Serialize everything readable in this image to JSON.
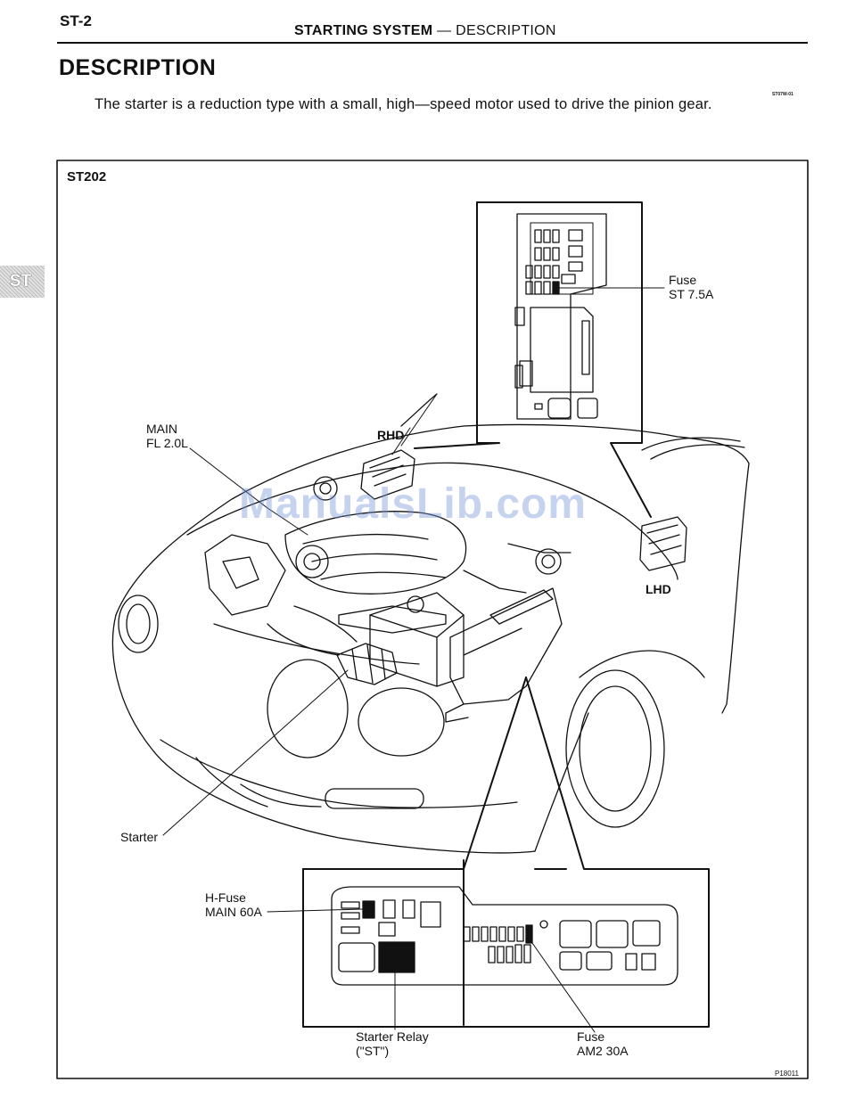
{
  "header": {
    "page_number": "ST-2",
    "running_head_bold": "STARTING SYSTEM",
    "running_head_rest": " — DESCRIPTION"
  },
  "section": {
    "title": "DESCRIPTION",
    "reference_code": "ST07W-01",
    "text": "The starter is a reduction type with a small, high—speed motor used to drive the pinion gear."
  },
  "side_tab": {
    "label": "ST"
  },
  "figure": {
    "code": "ST202",
    "labels": {
      "rhd": "RHD",
      "lhd": "LHD",
      "main_line1": "MAIN",
      "main_line2": "FL 2.0L",
      "fuse_st_line1": "Fuse",
      "fuse_st_line2": "ST 7.5A",
      "starter": "Starter",
      "hfuse_line1": "H-Fuse",
      "hfuse_line2": "MAIN 60A",
      "relay_line1": "Starter Relay",
      "relay_line2": "(\"ST\")",
      "fuse_am2_line1": "Fuse",
      "fuse_am2_line2": "AM2 30A"
    },
    "figure_id": "P18011"
  },
  "watermark": "ManualsLib.com"
}
